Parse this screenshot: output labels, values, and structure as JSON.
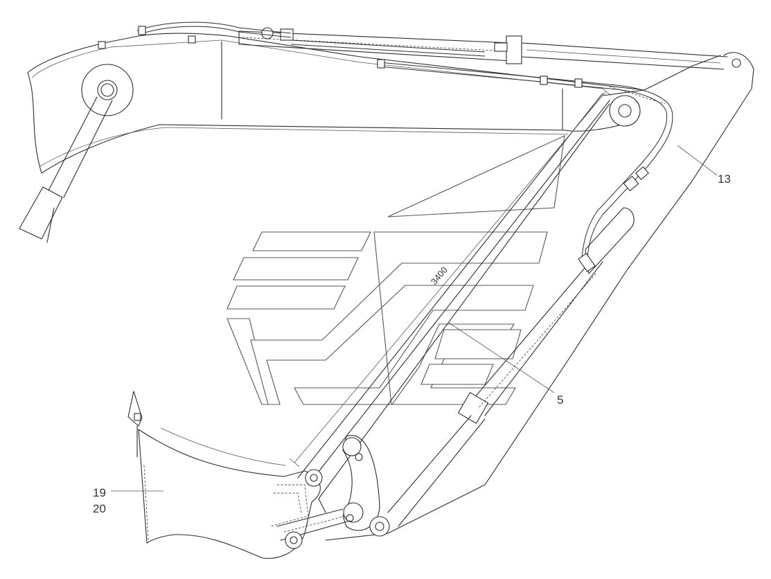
{
  "labels": {
    "hose_line": "13",
    "arm_structure": "5",
    "bucket_part_a": "19",
    "bucket_part_b": "20"
  },
  "dimension": {
    "pin_to_pin": "3400"
  }
}
